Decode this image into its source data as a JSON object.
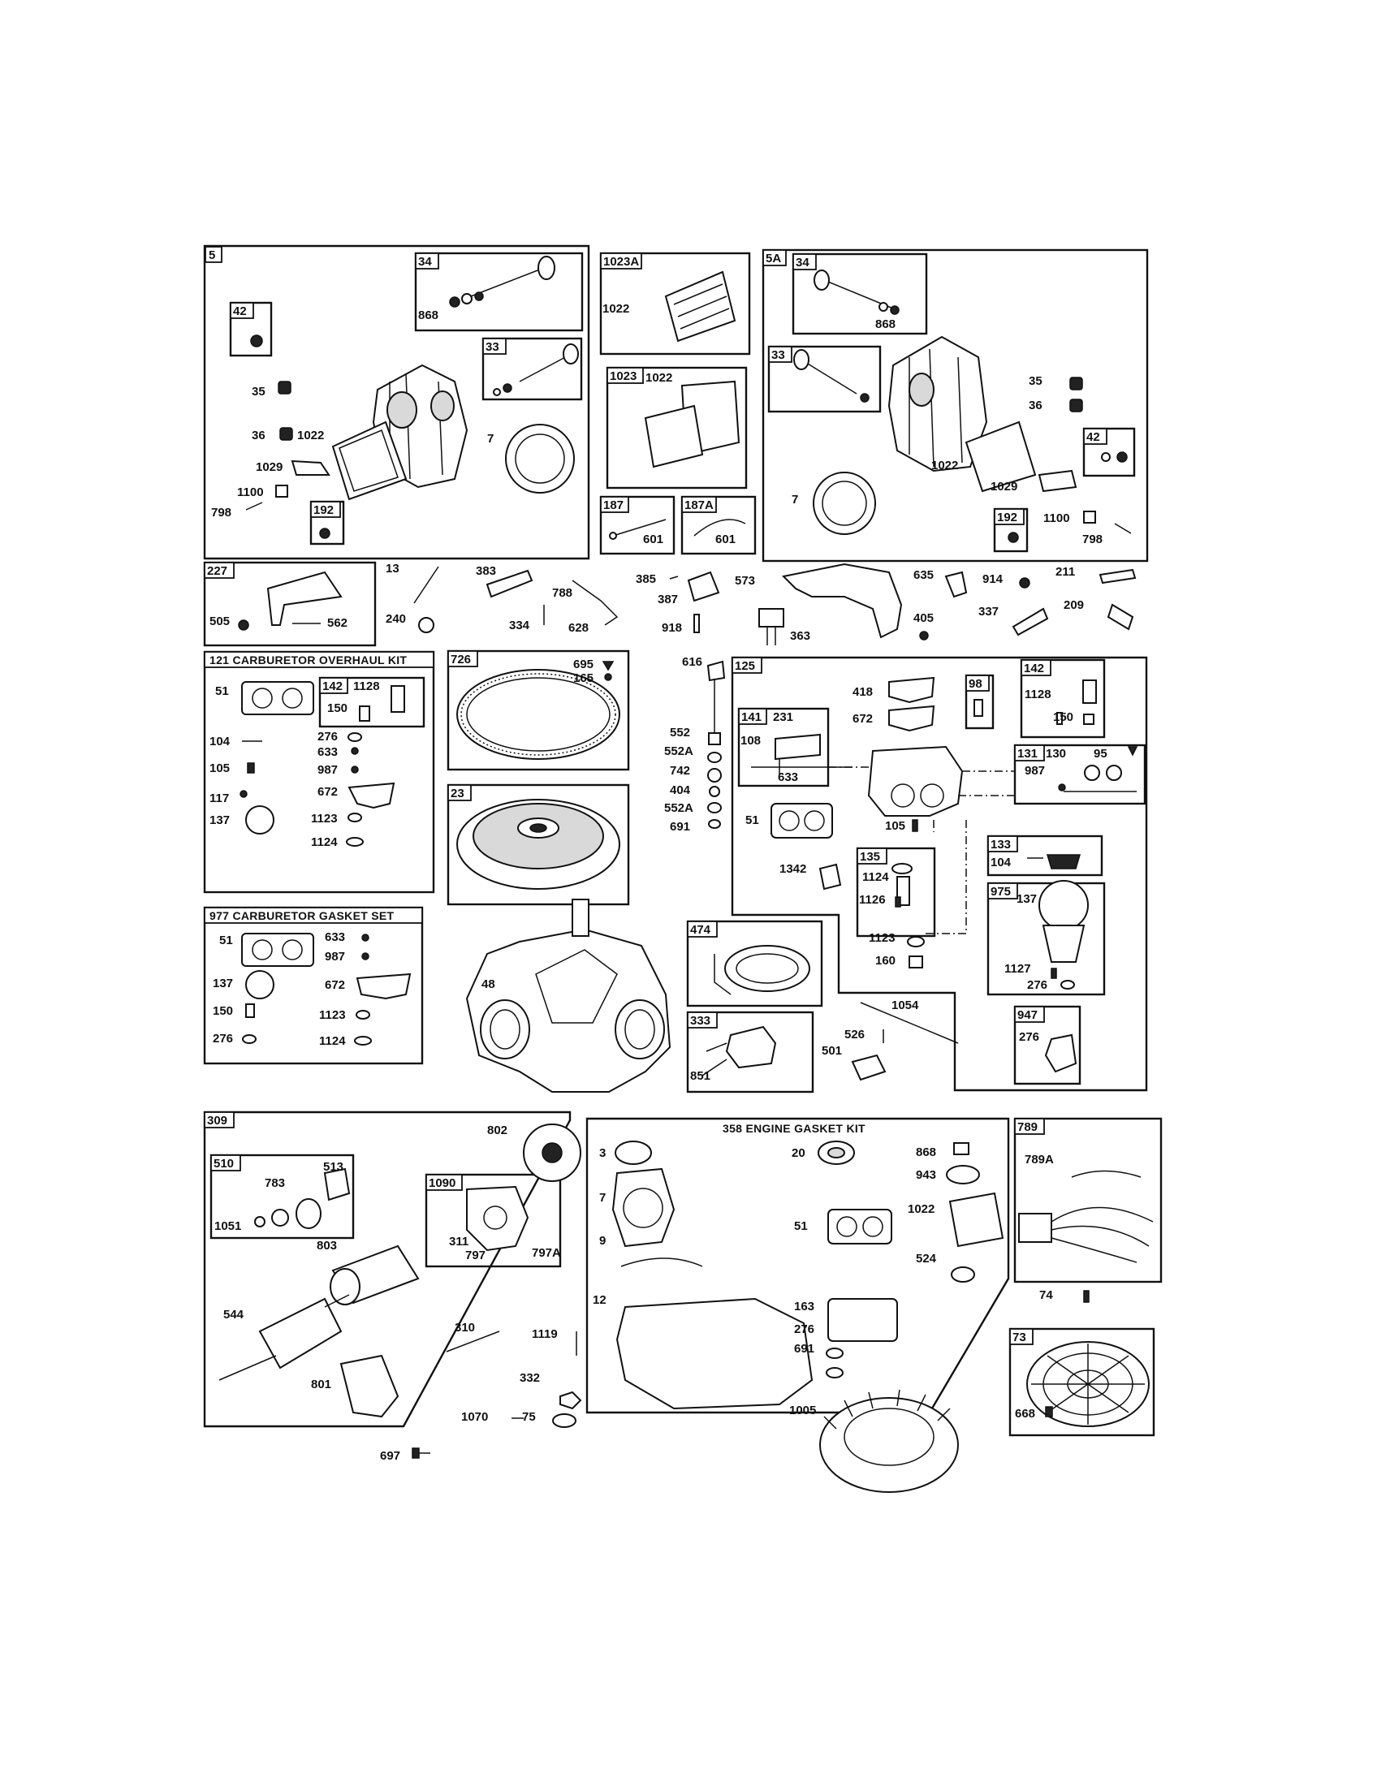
{
  "groups": {
    "g5": "5",
    "g34a": "34",
    "g42a": "42",
    "g33a": "33",
    "g192a": "192",
    "g1023A": "1023A",
    "g1023": "1023",
    "g187": "187",
    "g187A": "187A",
    "g5A": "5A",
    "g34b": "34",
    "g33b": "33",
    "g42b": "42",
    "g192b": "192",
    "g227": "227",
    "g121": "121 CARBURETOR OVERHAUL KIT",
    "g142a": "142",
    "g726": "726",
    "g23": "23",
    "g125": "125",
    "g141": "141",
    "g98": "98",
    "g142b": "142",
    "g131": "131",
    "g133": "133",
    "g135": "135",
    "g975": "975",
    "g977": "977 CARBURETOR GASKET SET",
    "g474": "474",
    "g333": "333",
    "g947": "947",
    "g309": "309",
    "g510": "510",
    "g1090": "1090",
    "g358": "358 ENGINE GASKET KIT",
    "g789": "789",
    "g73": "73"
  },
  "labels": {
    "p868a": "868",
    "p42a": "",
    "p35a": "35",
    "p36a": "36",
    "p1022a": "1022",
    "p1029a": "1029",
    "p1100a": "1100",
    "p798a": "798",
    "p7a": "7",
    "p1022b": "1022",
    "p1022c": "1022",
    "p601a": "601",
    "p601b": "601",
    "p868b": "868",
    "p35b": "35",
    "p36b": "36",
    "p1022d": "1022",
    "p1029b": "1029",
    "p7b": "7",
    "p1100b": "1100",
    "p798b": "798",
    "p505": "505",
    "p562": "562",
    "p13": "13",
    "p240": "240",
    "p383": "383",
    "p788": "788",
    "p334": "334",
    "p628": "628",
    "p385": "385",
    "p387": "387",
    "p918": "918",
    "p573": "573",
    "p363": "363",
    "p635": "635",
    "p405": "405",
    "p914": "914",
    "p211": "211",
    "p337": "337",
    "p209": "209",
    "p51a": "51",
    "p1128a": "1128",
    "p150a": "150",
    "p104a": "104",
    "p276a": "276",
    "p633a": "633",
    "p105a": "105",
    "p987a": "987",
    "p117": "117",
    "p672a": "672",
    "p137a": "137",
    "p1123a": "1123",
    "p1124a": "1124",
    "p695": "695",
    "p165": "165",
    "p616": "616",
    "p552a": "552",
    "p552Aa": "552A",
    "p742": "742",
    "p404": "404",
    "p552Ab": "552A",
    "p691a": "691",
    "p418": "418",
    "p672b": "672",
    "p231": "231",
    "p108": "108",
    "p633b": "633",
    "p1128b": "1128",
    "p150b": "150",
    "p130": "130",
    "p95": "95",
    "p987b": "987",
    "p51b": "51",
    "p105b": "105",
    "p104b": "104",
    "p1342": "1342",
    "p1124b": "1124",
    "p1126": "1126",
    "p1123b": "1123",
    "p160": "160",
    "p137b": "137",
    "p1127": "1127",
    "p276b": "276",
    "p51c": "51",
    "p633c": "633",
    "p987c": "987",
    "p137c": "137",
    "p672c": "672",
    "p150c": "150",
    "p1123c": "1123",
    "p276c": "276",
    "p1124c": "1124",
    "p48": "48",
    "p1054": "1054",
    "p526": "526",
    "p501": "501",
    "p851": "851",
    "p276d": "276",
    "p802": "802",
    "p513": "513",
    "p783": "783",
    "p1051": "1051",
    "p311": "311",
    "p797": "797",
    "p797A": "797A",
    "p803": "803",
    "p544": "544",
    "p310": "310",
    "p801": "801",
    "p697": "697",
    "p1119": "1119",
    "p332": "332",
    "p1070": "1070",
    "p75": "75",
    "p3": "3",
    "p20": "20",
    "p868c": "868",
    "p943": "943",
    "p7c": "7",
    "p1022e": "1022",
    "p51d": "51",
    "p9": "9",
    "p524": "524",
    "p12": "12",
    "p163": "163",
    "p276e": "276",
    "p691b": "691",
    "p1005": "1005",
    "p789A": "789A",
    "p74": "74",
    "p668": "668"
  }
}
